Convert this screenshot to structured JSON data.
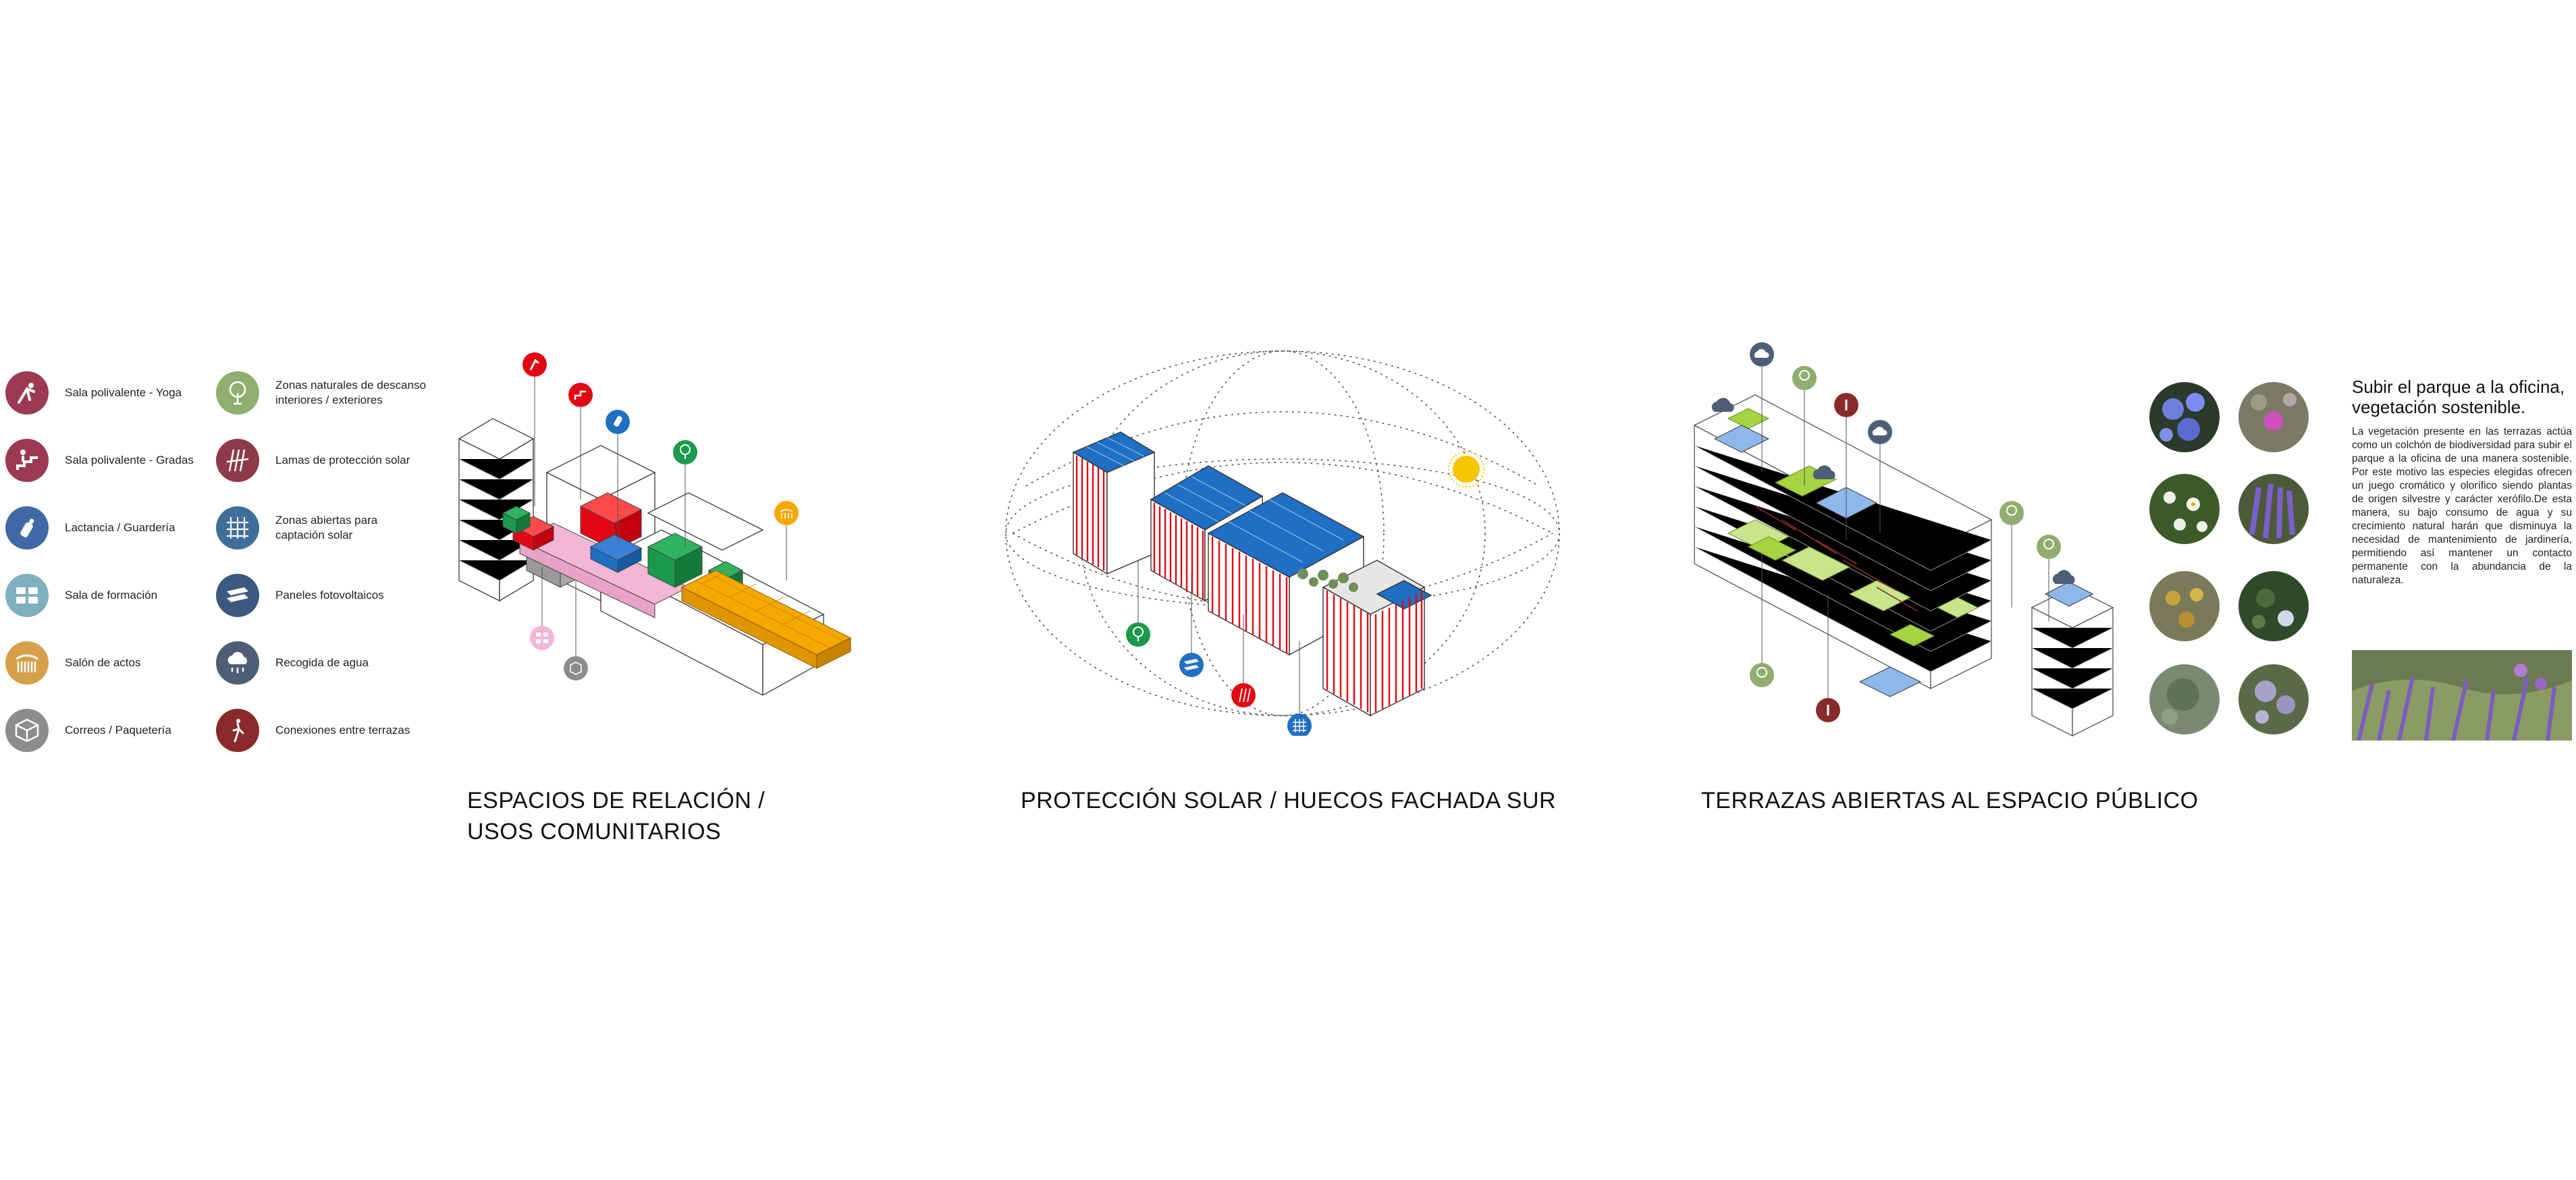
{
  "legend": {
    "left_column": [
      {
        "label": "Sala polivalente - Yoga",
        "icon": "yoga-icon",
        "color": "#9b3a52"
      },
      {
        "label": "Sala polivalente - Gradas",
        "icon": "stairs-icon",
        "color": "#9b3a52"
      },
      {
        "label": "Lactancia / Guardería",
        "icon": "bottle-icon",
        "color": "#3f6aa5"
      },
      {
        "label": "Sala de formación",
        "icon": "classroom-icon",
        "color": "#7fb0bf"
      },
      {
        "label": "Salón de actos",
        "icon": "auditorium-icon",
        "color": "#d6a04a"
      },
      {
        "label": "Correos / Paquetería",
        "icon": "package-icon",
        "color": "#8c8c8c"
      }
    ],
    "right_column": [
      {
        "label": "Zonas naturales de descanso\ninteriores / exteriores",
        "icon": "tree-icon",
        "color": "#8fae6f"
      },
      {
        "label": "Lamas de protección solar",
        "icon": "louvers-icon",
        "color": "#8e3a48"
      },
      {
        "label": "Zonas abiertas para\ncaptación solar",
        "icon": "solar-grid-icon",
        "color": "#3f6e9a"
      },
      {
        "label": "Paneles fotovoltaicos",
        "icon": "solar-panel-icon",
        "color": "#3c5a80"
      },
      {
        "label": "Recogida de agua",
        "icon": "rain-cloud-icon",
        "color": "#4e5e76"
      },
      {
        "label": "Conexiones entre terrazas",
        "icon": "connection-icon",
        "color": "#8b2a2a"
      }
    ]
  },
  "sections": [
    {
      "title": "ESPACIOS DE RELACIÓN /\nUSOS COMUNITARIOS"
    },
    {
      "title": "PROTECCIÓN SOLAR / HUECOS FACHADA SUR"
    },
    {
      "title": "TERRAZAS ABIERTAS AL ESPACIO PÚBLICO"
    }
  ],
  "panel": {
    "title": "Subir el parque a la oficina,\nvegetación sostenible.",
    "body": "La vegetación presente en las terrazas actúa como un colchón de biodiversidad para subir el parque a la oficina de una manera sostenible. Por este motivo las especies elegidas ofrecen un juego cromático y olorífico siendo plantas de origen silvestre y carácter xerófilo.De esta manera, su bajo consumo de agua y su crecimiento natural harán que disminuya la necesidad de mantenimiento de jardinería, permitiendo así mantener un contacto permanente con la abundancia de la naturaleza."
  },
  "colors": {
    "red": "#e30613",
    "blue": "#1f6fc4",
    "green": "#1a9a4a",
    "pink": "#f2b6d6",
    "orange": "#f5a800",
    "lime": "#a6d442",
    "light_blue": "#8fb8ea",
    "sun": "#f6c600"
  }
}
